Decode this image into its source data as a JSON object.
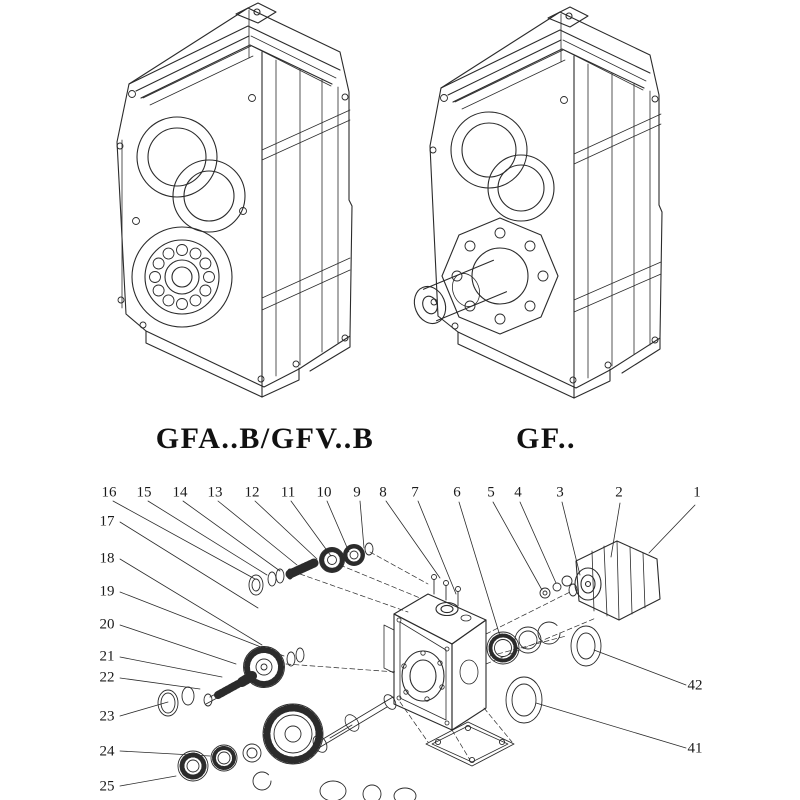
{
  "page": {
    "background": "#ffffff",
    "line_color": "#2b2b2b"
  },
  "figures": {
    "left_label": "GFA..B/GFV..B",
    "right_label": "GF.."
  },
  "exploded_view": {
    "callouts_top": [
      "16",
      "15",
      "14",
      "13",
      "12",
      "11",
      "10",
      "9",
      "8",
      "7",
      "6",
      "5",
      "4",
      "3",
      "2",
      "1"
    ],
    "callouts_left": [
      "17",
      "18",
      "19",
      "20",
      "21",
      "22",
      "23",
      "24",
      "25"
    ],
    "callouts_right": [
      "42",
      "41"
    ]
  }
}
